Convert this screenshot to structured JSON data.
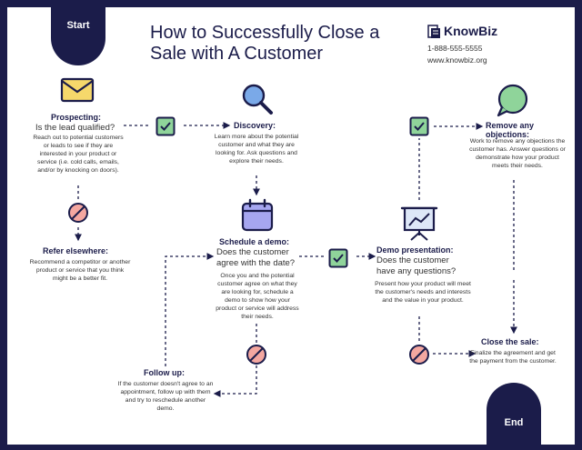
{
  "start_label": "Start",
  "end_label": "End",
  "title": "How to Successfully Close a Sale with A Customer",
  "brand": {
    "name": "KnowBiz",
    "phone": "1-888-555-5555",
    "website": "www.knowbiz.org"
  },
  "colors": {
    "navy": "#1b1c4a",
    "green": "#8fd49a",
    "yellow": "#f6d86b",
    "blue": "#7aa9e8",
    "lavender": "#a6a6f0",
    "red": "#f4a7a0"
  },
  "steps": {
    "prospecting": {
      "heading": "Prospecting:",
      "question": "Is the lead qualified?",
      "description": "Reach out to potential customers or leads to see if they are interested in your product or service (i.e. cold calls, emails, and/or by knocking on doors).",
      "icon": "envelope-icon"
    },
    "discovery": {
      "heading": "Discovery:",
      "description": "Learn more about the potential customer and what they are looking for. Ask questions and explore their needs.",
      "icon": "magnifier-icon"
    },
    "remove_objections": {
      "heading": "Remove any objections:",
      "description": "Work to remove any objections the customer has. Answer questions or demonstrate how your product meets their needs.",
      "icon": "speech-bubble-icon"
    },
    "refer": {
      "heading": "Refer elsewhere:",
      "description": "Recommend a competitor or another product or service that you think might be a better fit.",
      "icon": "no-icon"
    },
    "schedule": {
      "heading": "Schedule a demo:",
      "question": "Does the customer agree with the date?",
      "description": "Once you and the potential customer agree on what they are looking for, schedule a demo to show how your product or service will address their needs.",
      "icon": "calendar-icon"
    },
    "demo": {
      "heading": "Demo presentation:",
      "question": "Does the customer have any questions?",
      "description": "Present how your product will meet the customer's needs and interests and the value in your product.",
      "icon": "presentation-board-icon"
    },
    "follow_up": {
      "heading": "Follow up:",
      "description": "If the customer doesn't agree to an appointment, follow up with them and try to reschedule another demo.",
      "icon": "no-icon"
    },
    "close": {
      "heading": "Close the sale:",
      "description": "Finalize the agreement and get the payment from the customer.",
      "icon": "no-icon"
    }
  }
}
